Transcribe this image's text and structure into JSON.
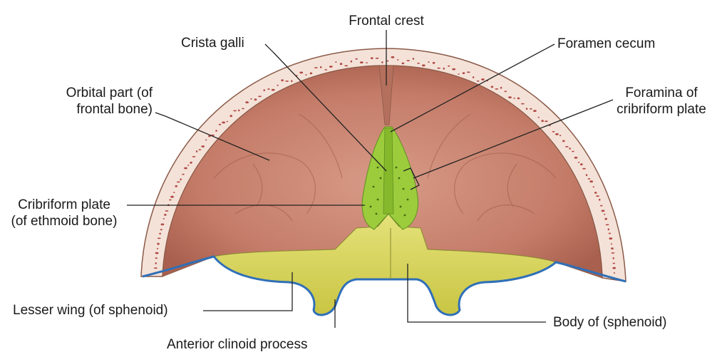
{
  "labels": {
    "frontal_crest": "Frontal crest",
    "crista_galli": "Crista galli",
    "foramen_cecum": "Foramen cecum",
    "orbital_part": [
      "Orbital part (of",
      "frontal bone)"
    ],
    "foramina_cribriform": [
      "Foramina of",
      "cribriform plate"
    ],
    "cribriform_plate": [
      "Cribriform plate",
      "(of ethmoid bone)"
    ],
    "lesser_wing": "Lesser wing (of sphenoid)",
    "body_sphenoid": "Body of (sphenoid)",
    "anterior_clinoid": "Anterior clinoid process"
  },
  "colors": {
    "bone_outer": "#f4e2d8",
    "bone_dots": "#b04a45",
    "fossa": "#c98574",
    "fossa_shadow": "#a8614f",
    "cribriform": "#9ccc3c",
    "sphenoid": "#d9d65a",
    "sphenoid_edge": "#2f6fb8",
    "leader": "#222222"
  }
}
